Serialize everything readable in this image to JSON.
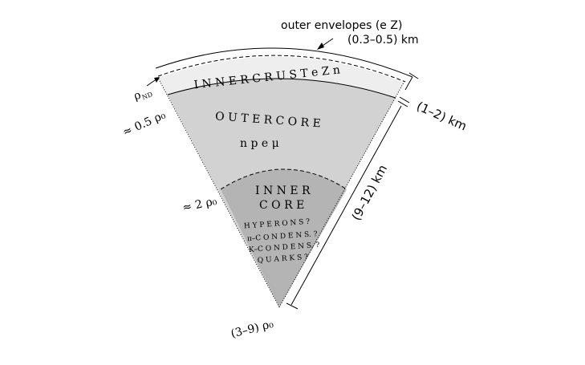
{
  "labels": {
    "outer_envelopes": "outer envelopes  (e Z)",
    "outer_envelopes_thickness": "(0.3–0.5)  km",
    "inner_crust": "I N N E R   C R U S T   e Z n",
    "crust_thickness": "(1–2)  km",
    "core_radius": "(9–12)  km",
    "outer_core_title": "O U T E R     C O R E",
    "outer_core_particles": "n     p     e     μ",
    "inner_core_line1": "I N N E R",
    "inner_core_line2": "C O R E",
    "exotic_1": "H Y P E R O N S ?",
    "exotic_2": "π–C O N D E N S. ?",
    "exotic_3": "K–C O N D E N S. ?",
    "exotic_4": "Q U A R K S ?",
    "rho_nd": "ρ",
    "rho_nd_sub": "ND",
    "half_rho0": "≈ 0.5 ρ₀",
    "two_rho0": "≈ 2 ρ₀",
    "center_density": "(3–9) ρ₀"
  },
  "colors": {
    "crust": "#eeeeee",
    "outer_core": "#d2d2d2",
    "inner_core": "#b4b4b4",
    "line": "#000000"
  }
}
